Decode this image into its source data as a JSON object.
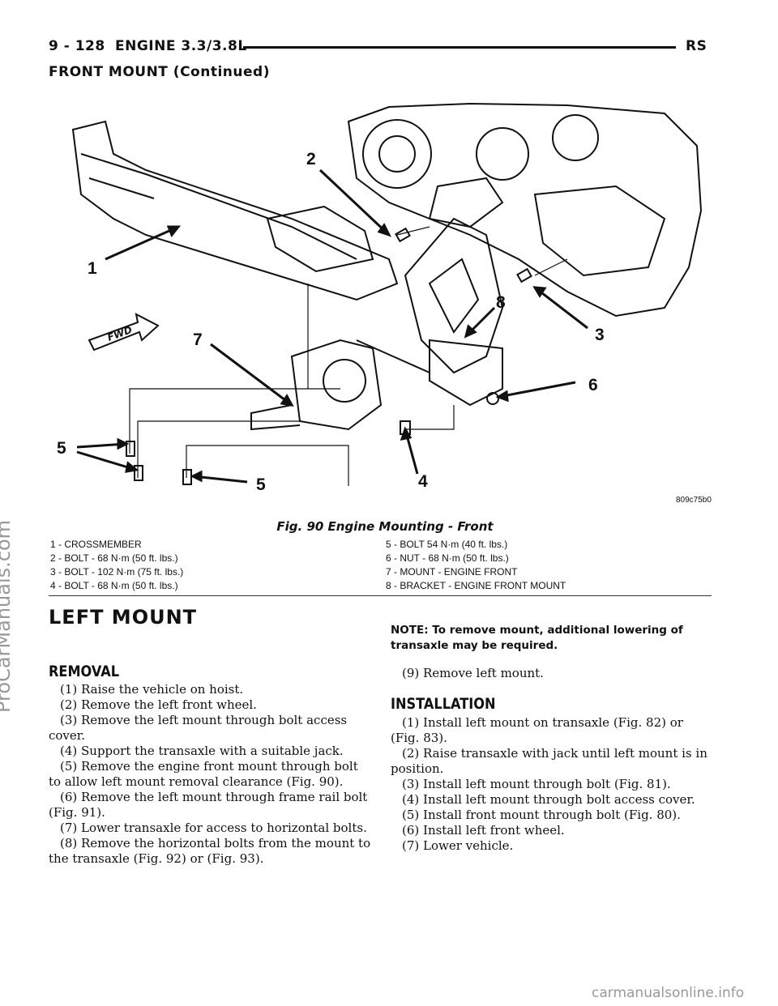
{
  "header": {
    "page_num": "9 - 128",
    "section": "ENGINE 3.3/3.8L",
    "code": "RS",
    "continued": "FRONT MOUNT (Continued)"
  },
  "figure": {
    "callouts": [
      "1",
      "2",
      "3",
      "4",
      "5",
      "5",
      "6",
      "7",
      "8"
    ],
    "fwd_label": "FWD",
    "ref_code": "809c75b0",
    "caption": "Fig. 90 Engine Mounting - Front",
    "legend_left": [
      "1 - CROSSMEMBER",
      "2 - BOLT - 68 N·m (50 ft. lbs.)",
      "3 - BOLT - 102 N·m (75 ft. lbs.)",
      "4 - BOLT - 68 N·m (50 ft. lbs.)"
    ],
    "legend_right": [
      "5 - BOLT 54 N·m (40 ft. lbs.)",
      "6 - NUT - 68 N·m (50 ft. lbs.)",
      "7 - MOUNT - ENGINE FRONT",
      "8 - BRACKET - ENGINE FRONT MOUNT"
    ]
  },
  "left_mount": {
    "title": "LEFT MOUNT",
    "removal_title": "REMOVAL",
    "removal_steps": [
      "(1) Raise the vehicle on hoist.",
      "(2) Remove the left front wheel.",
      "(3) Remove the left mount through bolt access cover.",
      "(4) Support the transaxle with a suitable jack.",
      "(5) Remove the engine front mount through bolt to allow left mount removal clearance (Fig. 90).",
      "(6) Remove the left mount through frame rail bolt (Fig. 91).",
      "(7) Lower transaxle for access to horizontal bolts.",
      "(8) Remove the horizontal bolts from the mount to the transaxle (Fig. 92) or (Fig. 93)."
    ],
    "note": "NOTE: To remove mount, additional lowering of transaxle may be required.",
    "removal_step_9": "(9) Remove left mount.",
    "installation_title": "INSTALLATION",
    "installation_steps": [
      "(1) Install left mount on transaxle (Fig. 82) or (Fig. 83).",
      "(2) Raise transaxle with jack until left mount is in position.",
      "(3) Install left mount through bolt (Fig. 81).",
      "(4) Install left mount through bolt access cover.",
      "(5) Install front mount through bolt (Fig. 80).",
      "(6) Install left front wheel.",
      "(7) Lower vehicle."
    ]
  },
  "watermark_side": "ProCarManuals.com",
  "watermark_bottom": "carmanualsonline.info"
}
